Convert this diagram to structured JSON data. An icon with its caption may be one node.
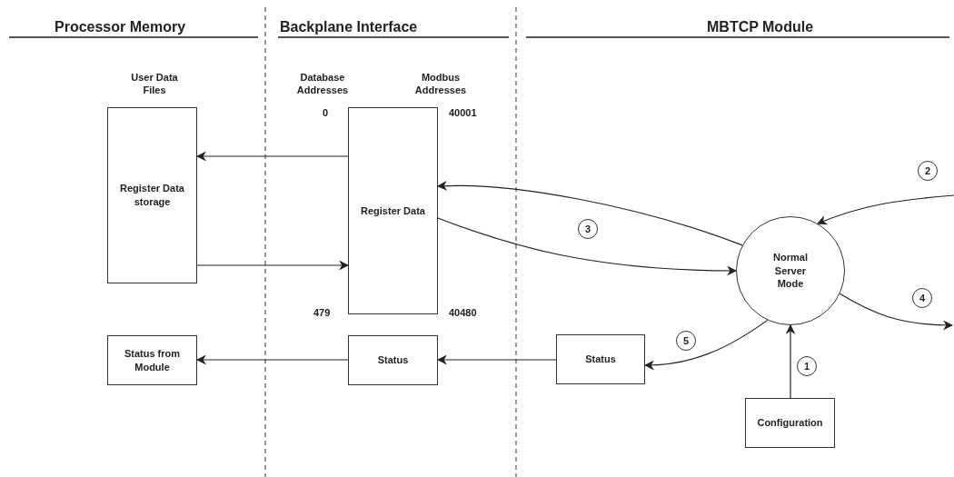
{
  "diagram": {
    "nodes": [
      {
        "text": [
          "Register Data storage"
        ]
      },
      {
        "text": [
          "Register Data"
        ]
      },
      {
        "text": [
          "Normal Server Mode"
        ]
      },
      {
        "text": [
          "Status from Module"
        ]
      },
      {
        "text": [
          "Status"
        ]
      },
      {
        "text": [
          "Status"
        ]
      },
      {
        "text": [
          "Configuration"
        ]
      }
    ],
    "edges": [
      {
        "from": 1,
        "to": 0,
        "arrow": "to"
      },
      {
        "from": 0,
        "to": 1,
        "arrow": "to"
      },
      {
        "from": 2,
        "to": 1,
        "arrow": "to"
      },
      {
        "from": 1,
        "to": 2,
        "arrow": "to"
      },
      {
        "from": null,
        "to": 2,
        "arrow": "to"
      },
      {
        "from": 2,
        "to": null,
        "arrow": "to"
      },
      {
        "from": 2,
        "to": 5,
        "arrow": "to"
      },
      {
        "from": 5,
        "to": 4,
        "arrow": "to"
      },
      {
        "from": 4,
        "to": 3,
        "arrow": "to"
      },
      {
        "from": 6,
        "to": 2,
        "arrow": "to"
      }
    ],
    "labels": [
      "Processor Memory",
      "Backplane Interface",
      "MBTCP Module",
      "User Data Files",
      "Database Addresses",
      "Modbus Addresses",
      "0",
      "40001",
      "2",
      "3",
      "479",
      "40480",
      "4",
      "5",
      "1"
    ]
  }
}
